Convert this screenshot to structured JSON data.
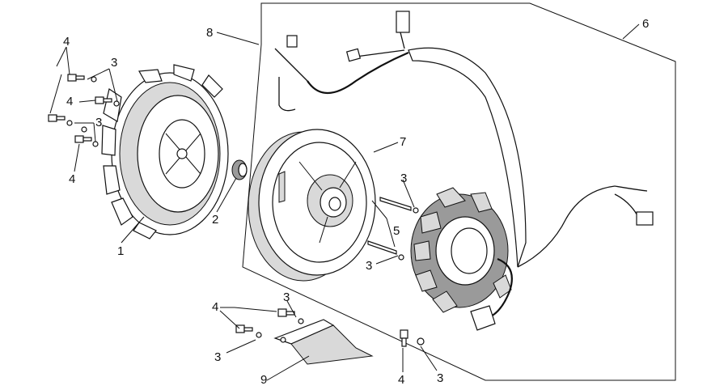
{
  "callouts": [
    {
      "id": "c-1",
      "text": "1"
    },
    {
      "id": "c-2",
      "text": "2"
    },
    {
      "id": "c-3a",
      "text": "3"
    },
    {
      "id": "c-3b",
      "text": "3"
    },
    {
      "id": "c-3c",
      "text": "3"
    },
    {
      "id": "c-3d",
      "text": "3"
    },
    {
      "id": "c-3e",
      "text": "3"
    },
    {
      "id": "c-3f",
      "text": "3"
    },
    {
      "id": "c-3g",
      "text": "3"
    },
    {
      "id": "c-4a",
      "text": "4"
    },
    {
      "id": "c-4b",
      "text": "4"
    },
    {
      "id": "c-4c",
      "text": "4"
    },
    {
      "id": "c-4d",
      "text": "4"
    },
    {
      "id": "c-4e",
      "text": "4"
    },
    {
      "id": "c-5",
      "text": "5"
    },
    {
      "id": "c-6",
      "text": "6"
    },
    {
      "id": "c-7",
      "text": "7"
    },
    {
      "id": "c-8",
      "text": "8"
    },
    {
      "id": "c-9",
      "text": "9"
    }
  ]
}
